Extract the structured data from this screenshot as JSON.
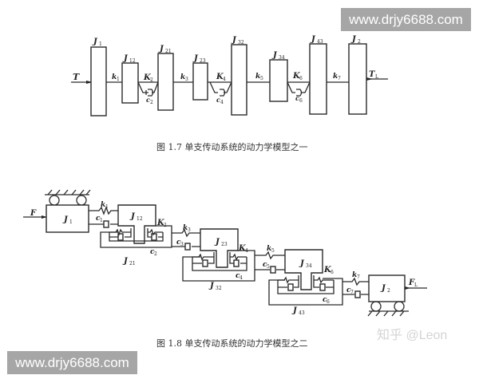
{
  "watermarks": {
    "top_right": "www.drjy6688.com",
    "bottom_left": "www.drjy6688.com",
    "zhihu": "知乎 @Leon",
    "box_color": "#a6a6a6"
  },
  "figure_1_7": {
    "caption": "图 1.7   单支传动系统的动力学模型之一",
    "input_torque": "T",
    "output_torque": "T",
    "output_torque_sub": "L",
    "inertias": [
      {
        "main": "J",
        "sub": "1"
      },
      {
        "main": "J",
        "sub": "12"
      },
      {
        "main": "J",
        "sub": "21"
      },
      {
        "main": "J",
        "sub": "23"
      },
      {
        "main": "J",
        "sub": "32"
      },
      {
        "main": "J",
        "sub": "34"
      },
      {
        "main": "J",
        "sub": "43"
      },
      {
        "main": "J",
        "sub": "2"
      }
    ],
    "springs": [
      {
        "main": "k",
        "sub": "1"
      },
      {
        "main": "K",
        "sub": "2"
      },
      {
        "main": "k",
        "sub": "3"
      },
      {
        "main": "K",
        "sub": "4"
      },
      {
        "main": "k",
        "sub": "5"
      },
      {
        "main": "K",
        "sub": "6"
      },
      {
        "main": "k",
        "sub": "7"
      }
    ],
    "dampers": [
      {
        "main": "c",
        "sub": "2"
      },
      {
        "main": "c",
        "sub": "4"
      },
      {
        "main": "c",
        "sub": "6"
      }
    ]
  },
  "figure_1_8": {
    "caption": "图 1.8   单支传动系统的动力学模型之二",
    "input_force": "F",
    "output_force": "F",
    "output_force_sub": "L",
    "inertias": [
      {
        "main": "J",
        "sub": "1"
      },
      {
        "main": "J",
        "sub": "12"
      },
      {
        "main": "J",
        "sub": "21"
      },
      {
        "main": "J",
        "sub": "23"
      },
      {
        "main": "J",
        "sub": "32"
      },
      {
        "main": "J",
        "sub": "34"
      },
      {
        "main": "J",
        "sub": "43"
      },
      {
        "main": "J",
        "sub": "2"
      }
    ],
    "springs": [
      {
        "main": "k",
        "sub": "1"
      },
      {
        "main": "K",
        "sub": "2"
      },
      {
        "main": "k",
        "sub": "3"
      },
      {
        "main": "K",
        "sub": "4"
      },
      {
        "main": "k",
        "sub": "5"
      },
      {
        "main": "K",
        "sub": "6"
      },
      {
        "main": "k",
        "sub": "7"
      }
    ],
    "dampers": [
      {
        "main": "c",
        "sub": "1"
      },
      {
        "main": "c",
        "sub": "2"
      },
      {
        "main": "c",
        "sub": "3"
      },
      {
        "main": "c",
        "sub": "4"
      },
      {
        "main": "c",
        "sub": "5"
      },
      {
        "main": "c",
        "sub": "6"
      },
      {
        "main": "c",
        "sub": "7"
      }
    ]
  }
}
